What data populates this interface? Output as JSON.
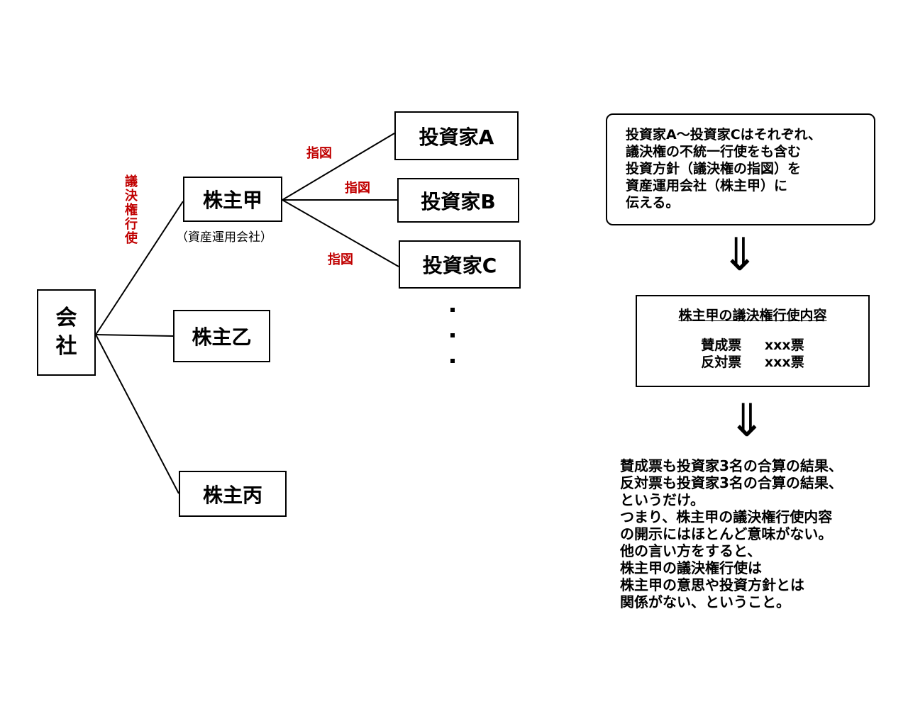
{
  "company": {
    "line1": "会",
    "line2": "社"
  },
  "shareholders": {
    "kou": "株主甲",
    "kou_sub": "（資産運用会社）",
    "otsu": "株主乙",
    "hei": "株主丙"
  },
  "investors": {
    "a": "投資家A",
    "b": "投資家B",
    "c": "投資家C"
  },
  "labels": {
    "voting": "議決権行使",
    "instruction": "指図"
  },
  "right_panel": {
    "top_box": {
      "lines": [
        "投資家A～投資家Cはそれぞれ、",
        "議決権の不統一行使をも含む",
        "投資方針（議決権の指図）を",
        "資産運用会社（株主甲）に",
        "伝える。"
      ]
    },
    "arrow_glyph": "⇓",
    "result_box": {
      "title": "株主甲の議決権行使内容",
      "rows": [
        {
          "label": "賛成票",
          "value": "xxx票"
        },
        {
          "label": "反対票",
          "value": "xxx票"
        }
      ]
    },
    "conclusion_lines": [
      "賛成票も投資家3名の合算の結果、",
      "反対票も投資家3名の合算の結果、",
      "というだけ。",
      "つまり、株主甲の議決権行使内容",
      "の開示にはほとんど意味がない。",
      "他の言い方をすると、",
      "株主甲の議決権行使は",
      "株主甲の意思や投資方針とは",
      "関係がない、ということ。"
    ]
  }
}
